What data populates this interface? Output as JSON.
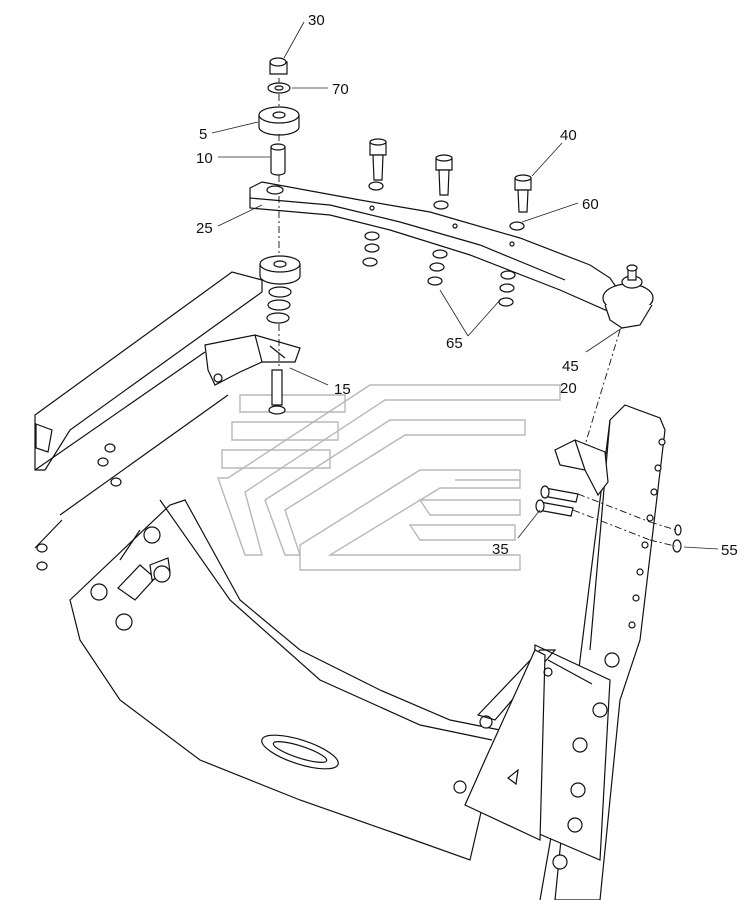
{
  "drawing": {
    "callouts": {
      "c30": "30",
      "c70": "70",
      "c5": "5",
      "c10": "10",
      "c25": "25",
      "c40": "40",
      "c60": "60",
      "c65": "65",
      "c45": "45",
      "c15": "15",
      "c20": "20",
      "c35": "35",
      "c55": "55"
    },
    "line_color": "#111111",
    "watermark_color": "#b8b8b8",
    "background": "#ffffff"
  }
}
